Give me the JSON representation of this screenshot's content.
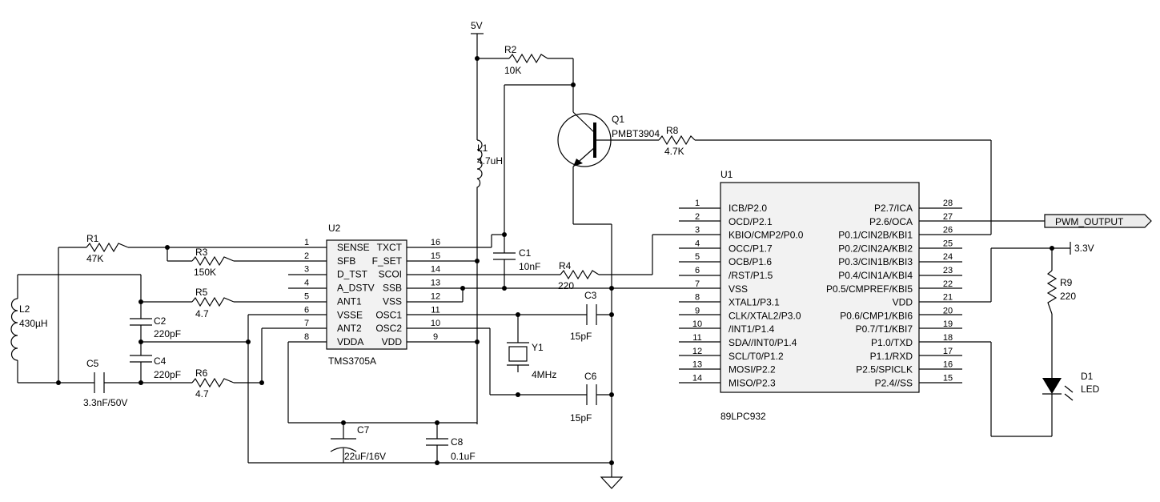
{
  "power": {
    "vcc": "5V",
    "v33": "3.3V"
  },
  "u2": {
    "ref": "U2",
    "part": "TMS3705A",
    "left": [
      {
        "n": "1",
        "s": "SENSE"
      },
      {
        "n": "2",
        "s": "SFB"
      },
      {
        "n": "3",
        "s": "D_TST"
      },
      {
        "n": "4",
        "s": "A_DSTV"
      },
      {
        "n": "5",
        "s": "ANT1"
      },
      {
        "n": "6",
        "s": "VSSE"
      },
      {
        "n": "7",
        "s": "ANT2"
      },
      {
        "n": "8",
        "s": "VDDA"
      }
    ],
    "right": [
      {
        "n": "16",
        "s": "TXCT"
      },
      {
        "n": "15",
        "s": "F_SET"
      },
      {
        "n": "14",
        "s": "SCOI"
      },
      {
        "n": "13",
        "s": "SSB"
      },
      {
        "n": "12",
        "s": "VSS"
      },
      {
        "n": "11",
        "s": "OSC1"
      },
      {
        "n": "10",
        "s": "OSC2"
      },
      {
        "n": "9",
        "s": "VDD"
      }
    ]
  },
  "u1": {
    "ref": "U1",
    "part": "89LPC932",
    "left": [
      {
        "n": "1",
        "s": "ICB/P2.0"
      },
      {
        "n": "2",
        "s": "OCD/P2.1"
      },
      {
        "n": "3",
        "s": "KBIO/CMP2/P0.0"
      },
      {
        "n": "4",
        "s": "OCC/P1.7"
      },
      {
        "n": "5",
        "s": "OCB/P1.6"
      },
      {
        "n": "6",
        "s": "/RST/P1.5"
      },
      {
        "n": "7",
        "s": "VSS"
      },
      {
        "n": "8",
        "s": "XTAL1/P3.1"
      },
      {
        "n": "9",
        "s": "CLK/XTAL2/P3.0"
      },
      {
        "n": "10",
        "s": "/INT1/P1.4"
      },
      {
        "n": "11",
        "s": "SDA//INT0/P1.4"
      },
      {
        "n": "12",
        "s": "SCL/T0/P1.2"
      },
      {
        "n": "13",
        "s": "MOSI/P2.2"
      },
      {
        "n": "14",
        "s": "MISO/P2.3"
      }
    ],
    "right": [
      {
        "n": "28",
        "s": "P2.7/ICA"
      },
      {
        "n": "27",
        "s": "P2.6/OCA"
      },
      {
        "n": "26",
        "s": "P0.1/CIN2B/KBI1"
      },
      {
        "n": "25",
        "s": "P0.2/CIN2A/KBI2"
      },
      {
        "n": "24",
        "s": "P0.3/CIN1B/KBI3"
      },
      {
        "n": "23",
        "s": "P0.4/CIN1A/KBI4"
      },
      {
        "n": "22",
        "s": "P0.5/CMPREF/KBI5"
      },
      {
        "n": "21",
        "s": "VDD"
      },
      {
        "n": "20",
        "s": "P0.6/CMP1/KBI6"
      },
      {
        "n": "19",
        "s": "P0.7/T1/KBI7"
      },
      {
        "n": "18",
        "s": "P1.0/TXD"
      },
      {
        "n": "17",
        "s": "P1.1/RXD"
      },
      {
        "n": "16",
        "s": "P2.5/SPICLK"
      },
      {
        "n": "15",
        "s": "P2.4//SS"
      }
    ]
  },
  "parts": {
    "r1": {
      "ref": "R1",
      "val": "47K"
    },
    "r2": {
      "ref": "R2",
      "val": "10K"
    },
    "r3": {
      "ref": "R3",
      "val": "150K"
    },
    "r4": {
      "ref": "R4",
      "val": "220"
    },
    "r5": {
      "ref": "R5",
      "val": "4.7"
    },
    "r6": {
      "ref": "R6",
      "val": "4.7"
    },
    "r8": {
      "ref": "R8",
      "val": "4.7K"
    },
    "r9": {
      "ref": "R9",
      "val": "220"
    },
    "l1": {
      "ref": "L1",
      "val": "4.7uH"
    },
    "l2": {
      "ref": "L2",
      "val": "430µH"
    },
    "c1": {
      "ref": "C1",
      "val": "10nF"
    },
    "c2": {
      "ref": "C2",
      "val": "220pF"
    },
    "c3": {
      "ref": "C3",
      "val": "15pF"
    },
    "c4": {
      "ref": "C4",
      "val": "220pF"
    },
    "c5": {
      "ref": "C5",
      "val": "3.3nF/50V"
    },
    "c6": {
      "ref": "C6",
      "val": "15pF"
    },
    "c7": {
      "ref": "C7",
      "val": "22uF/16V"
    },
    "c8": {
      "ref": "C8",
      "val": "0.1uF"
    },
    "q1": {
      "ref": "Q1",
      "val": "PMBT3904"
    },
    "y1": {
      "ref": "Y1",
      "val": "4MHz"
    },
    "d1": {
      "ref": "D1",
      "val": "LED"
    }
  },
  "net": {
    "pwm": "PWM_OUTPUT"
  }
}
